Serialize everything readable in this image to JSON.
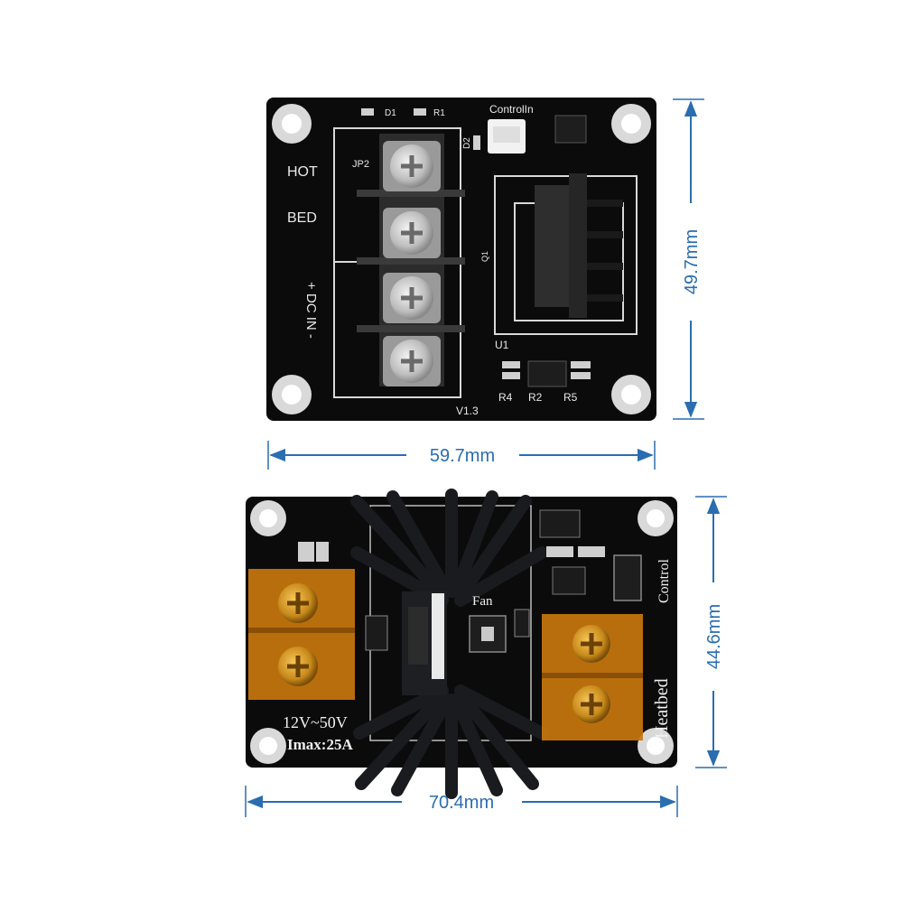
{
  "colors": {
    "dimension": "#2a6db0",
    "pcb": "#0b0b0c",
    "silkscreen": "#e8e8e8",
    "terminal_orange": "#c9770e",
    "heatsink": "#1a1b1e",
    "screw_metal": "#c8c8c8"
  },
  "board_top": {
    "labels": {
      "hot": "HOT",
      "bed": "BED",
      "dc_in": "+ DC IN -",
      "jp2": "JP2",
      "d1": "D1",
      "r1": "R1",
      "d2": "D2",
      "control_in": "ControlIn",
      "q1": "Q1",
      "u1": "U1",
      "r4": "R4",
      "r2": "R2",
      "r5": "R5",
      "version": "V1.3"
    },
    "width_label": "59.7mm",
    "height_label": "49.7mm"
  },
  "board_bottom": {
    "labels": {
      "fan": "Fan",
      "voltage": "12V~50V",
      "imax": "Imax:25A",
      "heatbed": "Heatbed",
      "control": "Control"
    },
    "width_label": "70.4mm",
    "height_label": "44.6mm"
  },
  "icons": [
    "screw-terminal-icon",
    "mounting-hole-icon",
    "heatsink-icon",
    "dimension-arrow-icon"
  ]
}
